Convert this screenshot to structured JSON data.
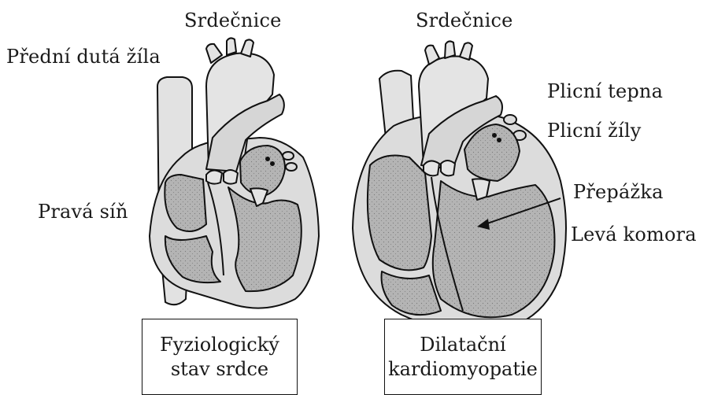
{
  "labels": {
    "aorta_left": "Srdečnice",
    "aorta_right": "Srdečnice",
    "vena_cava": "Přední dutá žíla",
    "right_atrium": "Pravá síň",
    "pulmonary_artery": "Plicní tepna",
    "pulmonary_veins": "Plicní žíly",
    "septum": "Přepážka",
    "left_ventricle": "Levá komora"
  },
  "captions": {
    "normal": {
      "line1": "Fyziologický",
      "line2": "stav srdce"
    },
    "dilated": {
      "line1": "Dilatační",
      "line2": "kardiomyopatie"
    }
  },
  "colors": {
    "outline": "#111111",
    "tissue_light": "#dcdcdc",
    "chamber_fill": "#b4b4b4",
    "vessel_fill": "#e4e4e4"
  }
}
